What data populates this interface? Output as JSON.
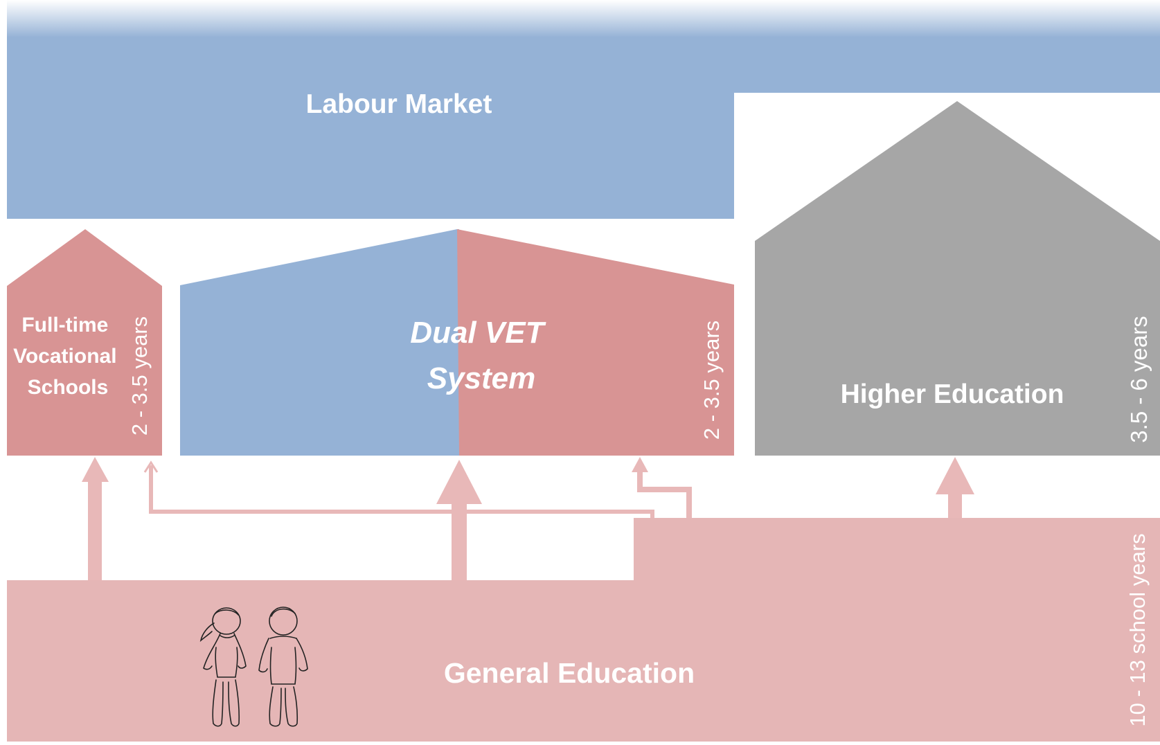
{
  "colors": {
    "blue": "#95b2d6",
    "red": "#d89494",
    "pink": "#e5b6b6",
    "gray": "#a6a6a6",
    "arrow": "#e8b8b8",
    "text": "#ffffff"
  },
  "diagram": {
    "labour_market": "Labour Market",
    "fulltime_schools": [
      "Full-time",
      "Vocational",
      "Schools"
    ],
    "fulltime_duration": "2 - 3.5 years",
    "dual_vet": [
      "Dual VET",
      "System"
    ],
    "dual_vet_duration": "2 - 3.5 years",
    "higher_education": "Higher Education",
    "higher_education_duration": "3.5 - 6 years",
    "general_education": "General Education",
    "general_education_duration": "10 - 13  school years"
  },
  "icons": [
    "girl-sketch-icon",
    "boy-sketch-icon"
  ]
}
